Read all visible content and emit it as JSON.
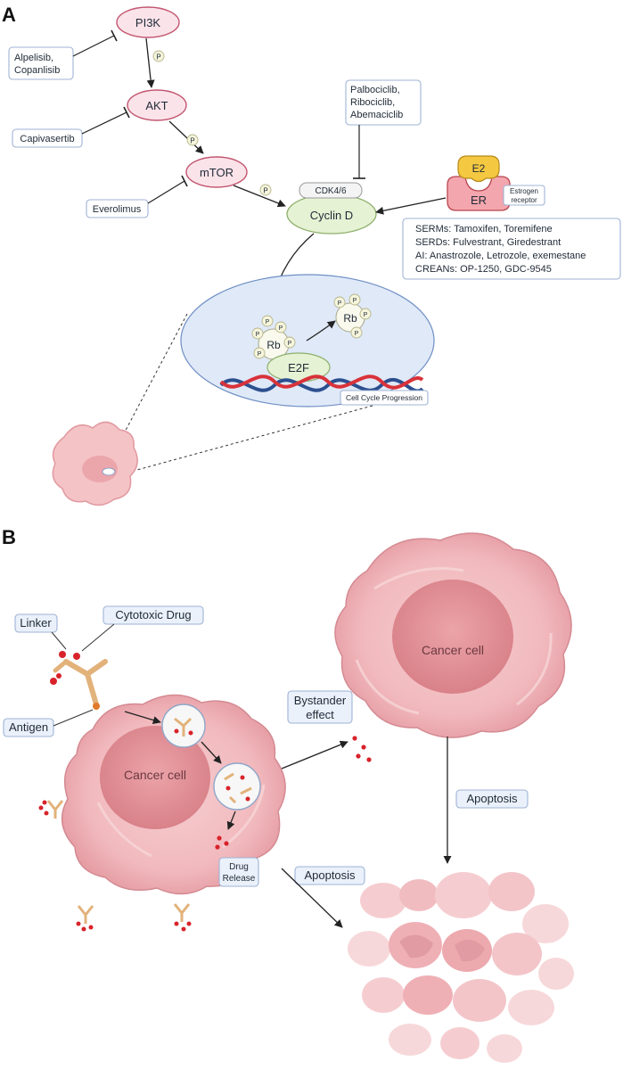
{
  "panels": {
    "a": "A",
    "b": "B"
  },
  "pathway": {
    "pi3k": "PI3K",
    "akt": "AKT",
    "mtor": "mTOR",
    "pi3k_inhibitors": [
      "Alpelisib,",
      "Copanlisib"
    ],
    "akt_inhibitor": "Capivasertib",
    "mtor_inhibitor": "Everolimus",
    "cdk_inhibitors": [
      "Palbociclib,",
      "Ribociclib,",
      "Abemaciclib"
    ],
    "cdk": "CDK4/6",
    "cyclin": "Cyclin D",
    "e2": "E2",
    "er": "ER",
    "er_label": [
      "Estrogen",
      "receptor"
    ],
    "endocrine_therapies": [
      "SERMs: Tamoxifen, Toremifene",
      "SERDs: Fulvestrant, Giredestrant",
      "AI: Anastrozole, Letrozole, exemestane",
      "CREANs: OP-1250, GDC-9545"
    ],
    "phospho": "P",
    "rb": "Rb",
    "e2f": "E2F",
    "cell_cycle": "Cell Cycle Progression"
  },
  "adc": {
    "linker": "Linker",
    "cytotoxic_drug": "Cytotoxic Drug",
    "antigen": "Antigen",
    "cancer_cell": "Cancer cell",
    "drug_release": [
      "Drug",
      "Release"
    ],
    "bystander": [
      "Bystander",
      "effect"
    ],
    "apoptosis": "Apoptosis",
    "apoptosis_right": "Apoptosis",
    "cancer_cell_right": "Cancer cell"
  },
  "colors": {
    "node_pink": "#fbe3ea",
    "node_border": "#c2566f",
    "cyclin_fill": "#e6f2d4",
    "nucleus_fill": "#dfe9f8",
    "dna_red": "#d9323a",
    "dna_blue": "#2c4f8f",
    "cell_pink": "#f0b3b8",
    "drug_red": "#d8232a",
    "e2_yellow": "#f5c842"
  }
}
